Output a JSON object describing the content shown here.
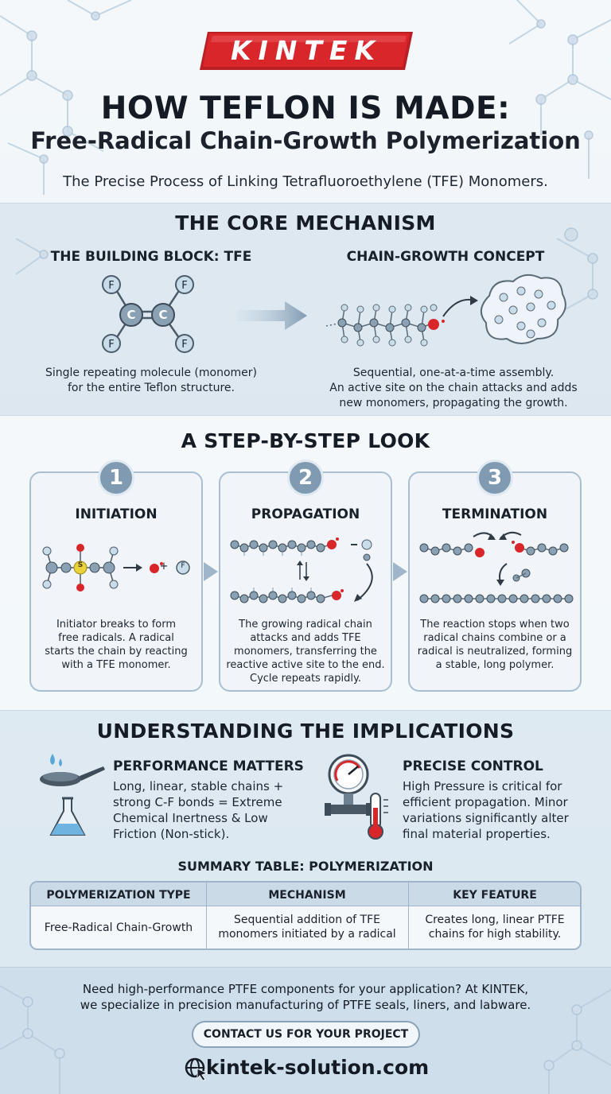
{
  "brand": {
    "logo": "KINTEK"
  },
  "header": {
    "title": "HOW TEFLON IS MADE:",
    "subtitle_line": "Free-Radical Chain-Growth Polymerization",
    "tagline": "The Precise Process of Linking Tetrafluoroethylene (TFE) Monomers."
  },
  "core": {
    "heading": "THE CORE MECHANISM",
    "building_block": {
      "title": "THE BUILDING BLOCK: TFE",
      "desc": [
        "Single repeating molecule (monomer)",
        "for the entire Teflon structure."
      ],
      "atoms": {
        "carbon": "C",
        "fluorine": "F"
      }
    },
    "chain_growth": {
      "title": "CHAIN-GROWTH CONCEPT",
      "desc": [
        "Sequential, one-at-a-time assembly.",
        "An active site on the chain attacks and adds",
        "new monomers, propagating the growth."
      ]
    }
  },
  "steps": {
    "heading": "A STEP-BY-STEP LOOK",
    "items": [
      {
        "num": "1",
        "title": "INITIATION",
        "desc": [
          "Initiator breaks to form",
          "free radicals. A radical",
          "starts the chain by reacting",
          "with a TFE monomer."
        ],
        "plus": "+",
        "s_label": "S",
        "f_label": "F"
      },
      {
        "num": "2",
        "title": "PROPAGATION",
        "desc": [
          "The growing radical chain",
          "attacks and adds TFE",
          "monomers, transferring the",
          "reactive active site to the end.",
          "Cycle repeats rapidly."
        ]
      },
      {
        "num": "3",
        "title": "TERMINATION",
        "desc": [
          "The reaction stops when two",
          "radical chains combine or a",
          "radical is neutralized, forming",
          "a stable, long polymer."
        ]
      }
    ]
  },
  "implications": {
    "heading": "UNDERSTANDING THE IMPLICATIONS",
    "performance": {
      "title": "PERFORMANCE MATTERS",
      "desc": [
        "Long, linear, stable chains +",
        "strong C-F bonds = Extreme",
        "Chemical Inertness & Low",
        "Friction (Non-stick)."
      ],
      "icons": [
        "frying-pan-icon",
        "flask-icon"
      ]
    },
    "control": {
      "title": "PRECISE CONTROL",
      "desc": [
        "High Pressure is critical for",
        "efficient propagation. Minor",
        "variations significantly alter",
        "final material properties."
      ],
      "icons": [
        "pressure-gauge-icon",
        "thermometer-icon"
      ]
    }
  },
  "summary": {
    "title": "SUMMARY TABLE: POLYMERIZATION",
    "headers": [
      "POLYMERIZATION TYPE",
      "MECHANISM",
      "KEY FEATURE"
    ],
    "row": [
      [
        "Free-Radical Chain-Growth"
      ],
      [
        "Sequential addition of TFE",
        "monomers initiated by a radical"
      ],
      [
        "Creates long, linear PTFE",
        "chains for high stability."
      ]
    ]
  },
  "footer": {
    "pitch": [
      "Need high-performance PTFE components for your application? At KINTEK,",
      "we specialize in precision manufacturing of PTFE seals, liners, and labware."
    ],
    "cta": "CONTACT US FOR YOUR PROJECT",
    "website": "kintek-solution.com",
    "website_icon": "globe-cursor-icon"
  },
  "colors": {
    "brand_red": "#d8262b",
    "carbon_atom": "#8aa0b3",
    "fluorine_atom": "#c9dcea",
    "radical": "#d9262a",
    "sulfur": "#e9d23a",
    "card_border": "#a8bfd2",
    "badge": "#7f9ab1"
  }
}
